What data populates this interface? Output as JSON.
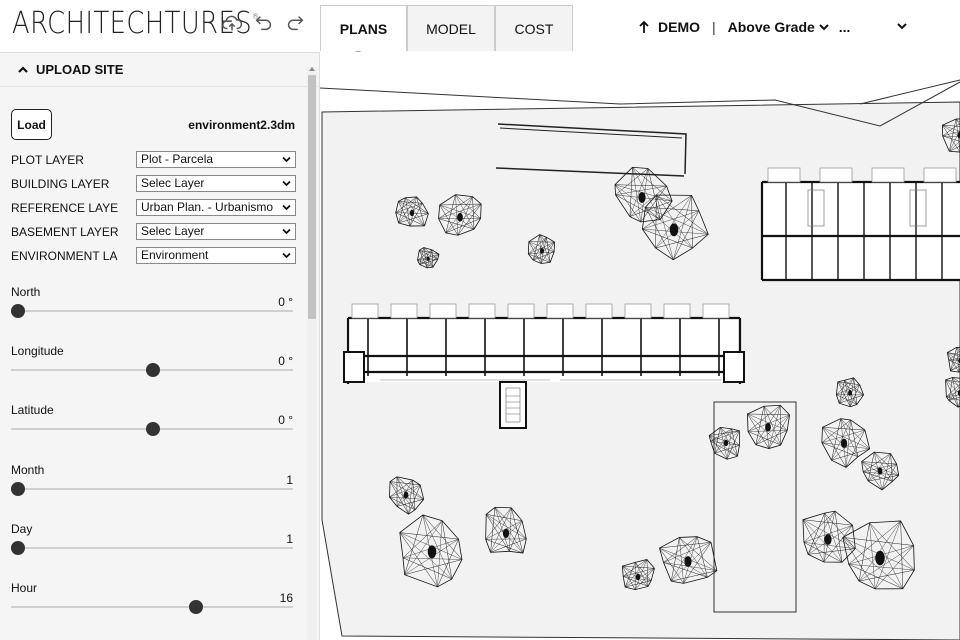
{
  "app": {
    "logo_text": "ARCHITECHTURES",
    "logo_mark": "®",
    "toolbar_icons": [
      "upload-cloud-icon",
      "undo-icon",
      "redo-icon"
    ]
  },
  "panel": {
    "section_title": "UPLOAD SITE",
    "load_label": "Load",
    "file_name": "environment2.3dm",
    "layers": [
      {
        "label": "PLOT LAYER",
        "value": "Plot - Parcela"
      },
      {
        "label": "BUILDING LAYER",
        "value": "Selec Layer"
      },
      {
        "label": "REFERENCE LAYE",
        "value": "Urban Plan. - Urbanismo"
      },
      {
        "label": "BASEMENT LAYER",
        "value": "Selec Layer"
      },
      {
        "label": "ENVIRONMENT LA",
        "value": "Environment"
      }
    ],
    "sliders": [
      {
        "label": "North",
        "value": "0 °",
        "fraction": 0.0
      },
      {
        "label": "Longitude",
        "value": "0 °",
        "fraction": 0.5
      },
      {
        "label": "Latitude",
        "value": "0 °",
        "fraction": 0.5
      },
      {
        "label": "Month",
        "value": "1",
        "fraction": 0.0
      },
      {
        "label": "Day",
        "value": "1",
        "fraction": 0.0
      },
      {
        "label": "Hour",
        "value": "16",
        "fraction": 0.66
      }
    ]
  },
  "tabs": [
    {
      "label": "PLANS",
      "active": true
    },
    {
      "label": "MODEL",
      "active": false
    },
    {
      "label": "COST",
      "active": false
    }
  ],
  "header": {
    "project": "DEMO",
    "separator": "|",
    "level": "Above Grade",
    "more": "..."
  },
  "colors": {
    "panel_bg": "#f5f5f5",
    "slider_thumb": "#333333",
    "plan_ground": "#f2f2f2",
    "plan_lines": "#111111"
  }
}
